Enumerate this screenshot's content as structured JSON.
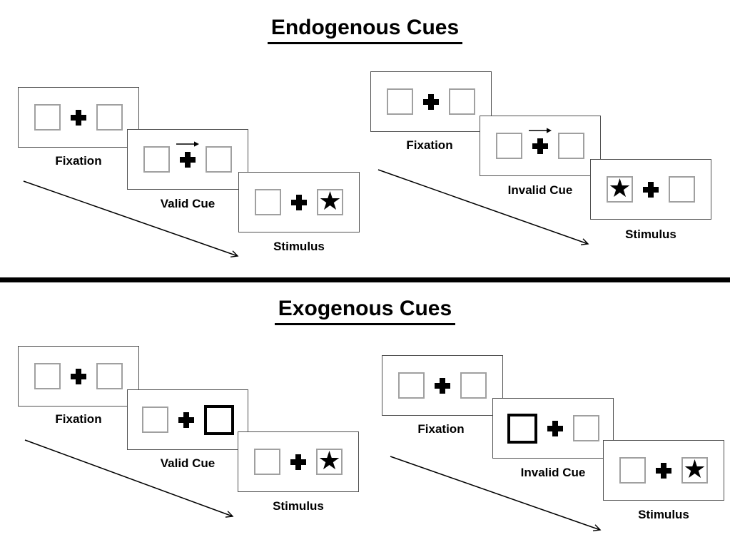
{
  "sections": [
    {
      "title": "Endogenous Cues",
      "panels": [
        {
          "type": "valid",
          "frames": [
            {
              "label": "Fixation",
              "left_box": "empty",
              "right_box": "empty",
              "cue": "none"
            },
            {
              "label": "Valid Cue",
              "left_box": "empty",
              "right_box": "empty",
              "cue": "arrow-pointing-right-above-cross"
            },
            {
              "label": "Stimulus",
              "left_box": "empty",
              "right_box": "star",
              "cue": "none"
            }
          ]
        },
        {
          "type": "invalid",
          "frames": [
            {
              "label": "Fixation",
              "left_box": "empty",
              "right_box": "empty",
              "cue": "none"
            },
            {
              "label": "Invalid Cue",
              "left_box": "empty",
              "right_box": "empty",
              "cue": "arrow-pointing-right-above-cross"
            },
            {
              "label": "Stimulus",
              "left_box": "star",
              "right_box": "empty",
              "cue": "none"
            }
          ]
        }
      ]
    },
    {
      "title": "Exogenous Cues",
      "panels": [
        {
          "type": "valid",
          "frames": [
            {
              "label": "Fixation",
              "left_box": "empty",
              "right_box": "empty",
              "cue": "none"
            },
            {
              "label": "Valid Cue",
              "left_box": "empty",
              "right_box": "thick-border",
              "cue": "thick-border-right-box"
            },
            {
              "label": "Stimulus",
              "left_box": "empty",
              "right_box": "star",
              "cue": "none"
            }
          ]
        },
        {
          "type": "invalid",
          "frames": [
            {
              "label": "Fixation",
              "left_box": "empty",
              "right_box": "empty",
              "cue": "none"
            },
            {
              "label": "Invalid Cue",
              "left_box": "thick-border",
              "right_box": "empty",
              "cue": "thick-border-left-box"
            },
            {
              "label": "Stimulus",
              "left_box": "empty",
              "right_box": "star",
              "cue": "none"
            }
          ]
        }
      ]
    }
  ],
  "glyphs": {
    "star": "★"
  },
  "colors": {
    "frame_border": "#4f4f4f",
    "box_border": "#a0a0a0",
    "cue_border": "#000000",
    "ink": "#000000",
    "background": "#ffffff"
  }
}
